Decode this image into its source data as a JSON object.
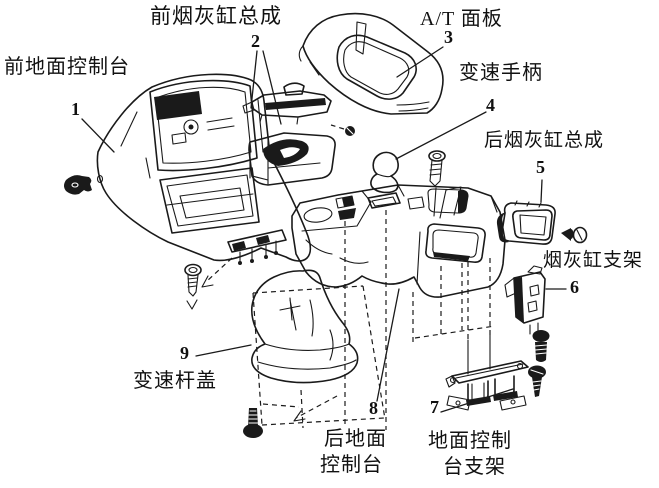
{
  "figure": {
    "kind": "exploded-parts-diagram",
    "background": "#ffffff",
    "ink_color": "#1a1a1a"
  },
  "parts": [
    {
      "number": "1",
      "label": "前地面控制台"
    },
    {
      "number": "2",
      "label": "前烟灰缸总成"
    },
    {
      "number": "3",
      "label": "A/T 面板"
    },
    {
      "number": "4",
      "label": "变速手柄"
    },
    {
      "number": "5",
      "label": "后烟灰缸总成"
    },
    {
      "number": "6",
      "label": "烟灰缸支架"
    },
    {
      "number": "7",
      "label_line1": "地面控制",
      "label_line2": "台支架"
    },
    {
      "number": "8",
      "label_line1": "后地面",
      "label_line2": "控制台"
    },
    {
      "number": "9",
      "label": "变速杆盖"
    }
  ]
}
